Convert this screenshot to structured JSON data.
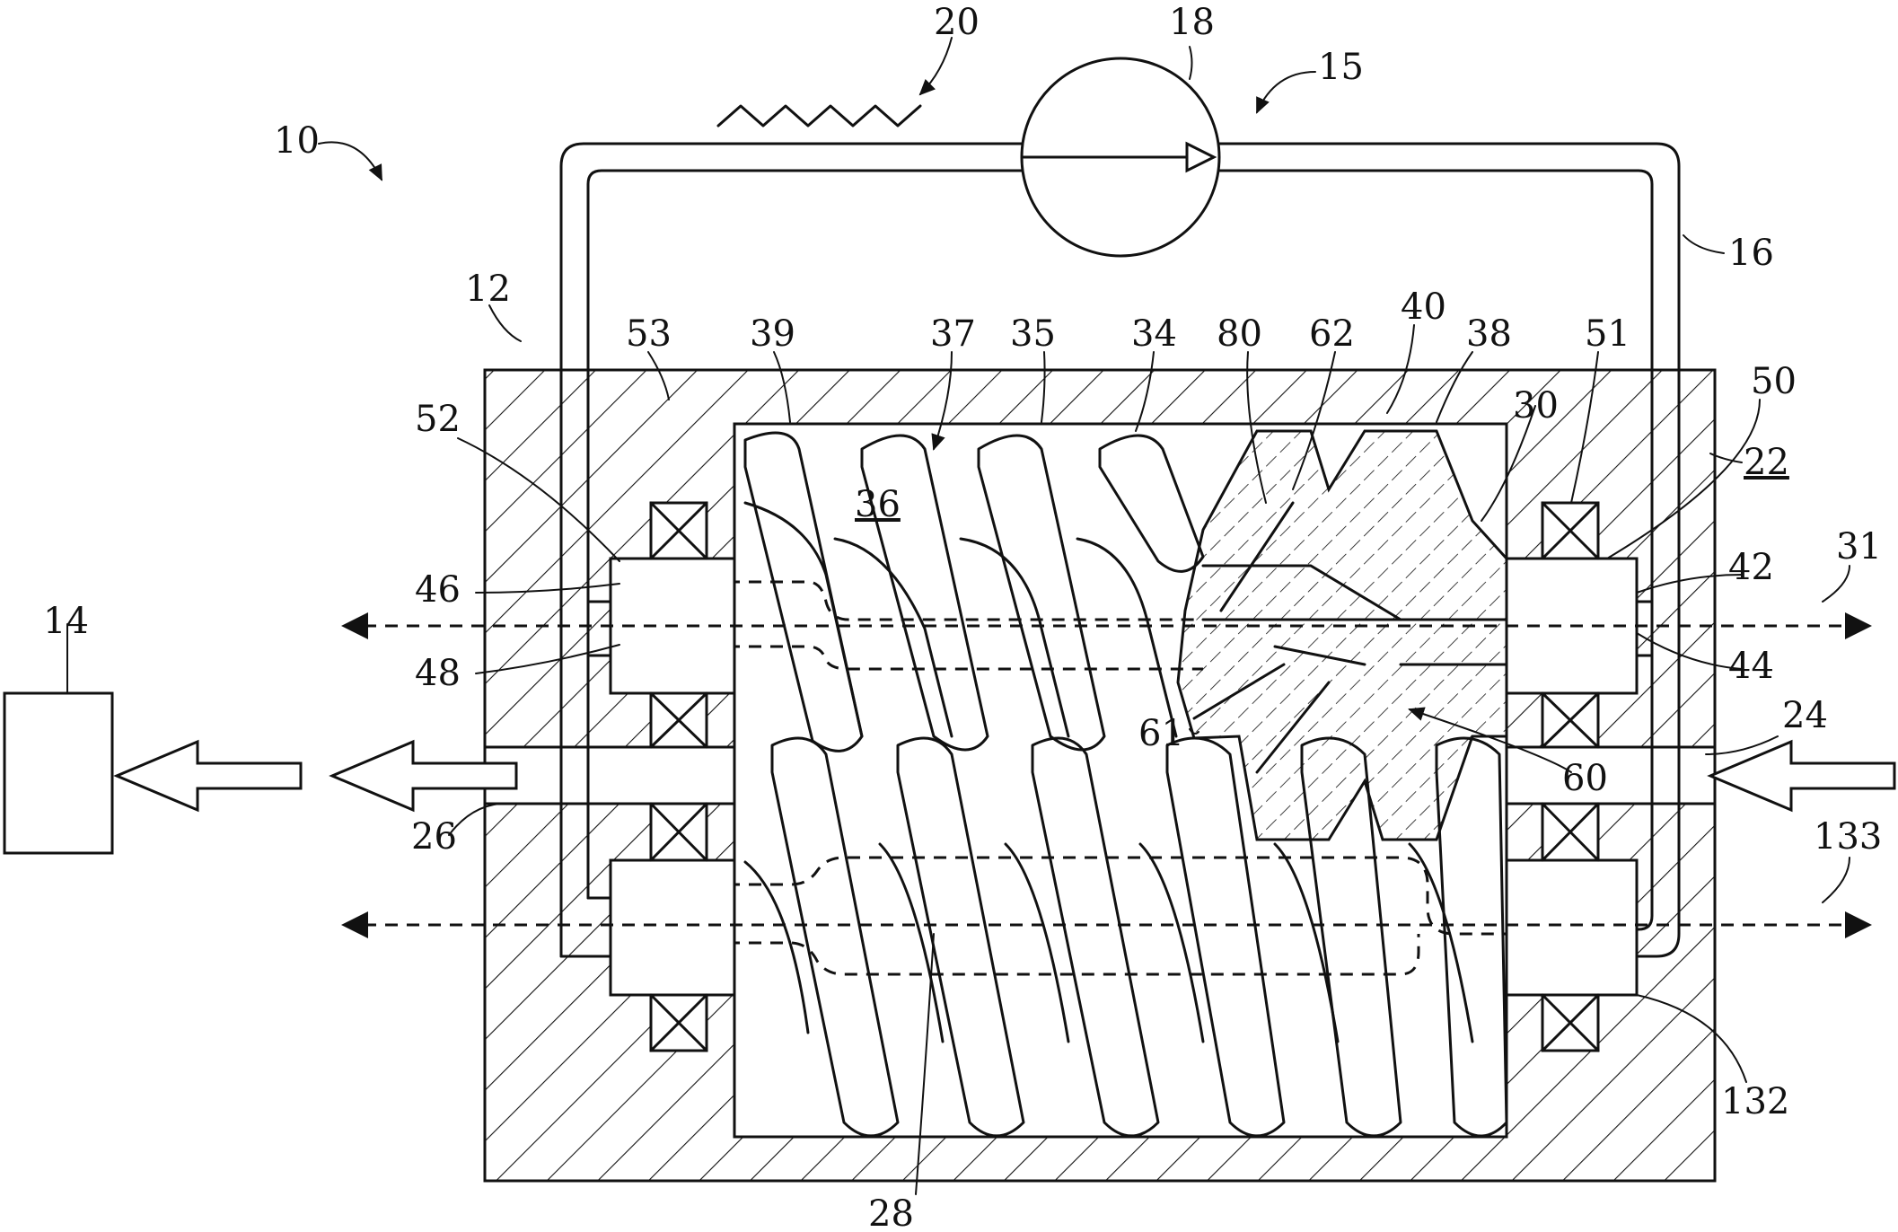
{
  "figure": {
    "labels": {
      "system": "10",
      "housing": "12",
      "external_unit": "14",
      "cooling_circuit": "15",
      "circuit_line": "16",
      "pump": "18",
      "heat_exchanger": "20",
      "housing_right": "22",
      "inlet": "24",
      "outlet": "26",
      "lower_rotor": "28",
      "rotor_body": "30",
      "upper_shaft_axis": "31",
      "thread_a": "34",
      "thread_b": "35",
      "chamber": "36",
      "chamber_arrow": "37",
      "flank_a": "38",
      "flank_b": "39",
      "flank_c": "40",
      "right_bore_upper": "42",
      "right_bore_lower": "44",
      "left_bore_upper": "46",
      "left_bore_lower": "48",
      "right_shaft_end": "50",
      "right_bearing_upper": "51",
      "left_shaft_end": "52",
      "left_bearing_upper": "53",
      "channel_system": "60",
      "channel_outlet": "61",
      "channel_branch": "62",
      "channel_gap": "80",
      "right_bearing_lower": "132",
      "lower_shaft_axis": "133"
    }
  }
}
